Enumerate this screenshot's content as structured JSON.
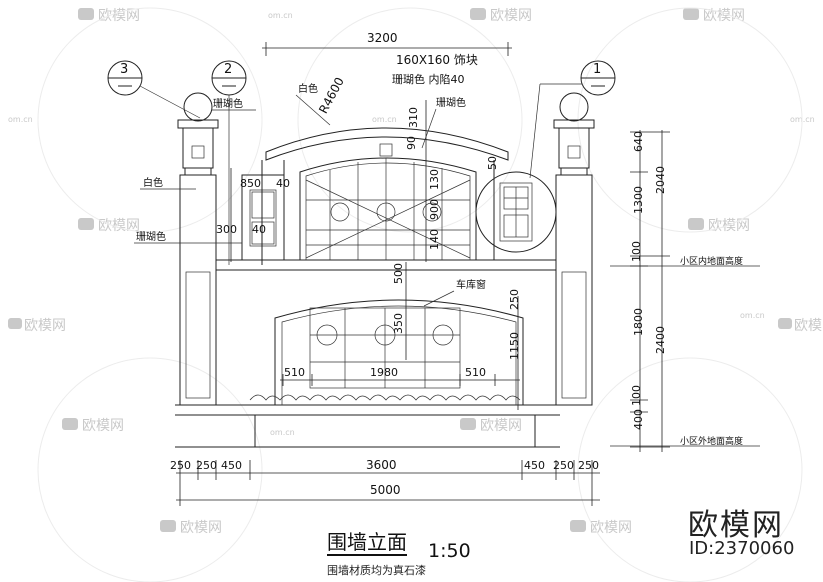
{
  "drawing": {
    "title": "围墙立面",
    "scale": "1:50",
    "subtitle": "围墙材质均为真石漆"
  },
  "brand": {
    "name": "欧模网",
    "id": "ID:2370060",
    "watermark": "欧模网",
    "watermark_url": "om.cn"
  },
  "callouts": [
    {
      "number": "3"
    },
    {
      "number": "2"
    },
    {
      "number": "1"
    }
  ],
  "labels": {
    "coral_1": "珊瑚色",
    "white_1": "白色",
    "white_2": "白色",
    "coral_2": "珊瑚色",
    "radius": "R4600",
    "block": "160X160 饰块",
    "coral_inset": "珊瑚色  内陷40",
    "coral_3": "珊瑚色",
    "garage_window": "车库窗",
    "inner_ground": "小区内地面高度",
    "outer_ground": "小区外地面高度"
  },
  "dimensions": {
    "top_width": "3200",
    "bottom_total": "5000",
    "bottom_parts": [
      "250",
      "250",
      "450",
      "3600",
      "450",
      "250",
      "250"
    ],
    "window_parts": [
      "510",
      "1980",
      "510"
    ],
    "right_outer": [
      "640",
      "1300",
      "100",
      "1800",
      "100",
      "400"
    ],
    "right_totals": [
      "2040",
      "2400"
    ],
    "inner": [
      "850",
      "40",
      "300",
      "40",
      "310",
      "90",
      "50",
      "130",
      "900",
      "140",
      "500",
      "250",
      "1150",
      "350"
    ]
  }
}
